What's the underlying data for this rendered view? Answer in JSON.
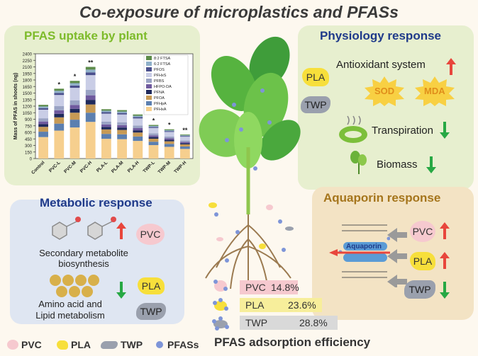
{
  "title": "Co-exposure of microplastics and PFASs",
  "uptake": {
    "title": "PFAS uptake by plant",
    "chart_data": {
      "type": "bar",
      "ylabel": "Mass of PFAS in shoots (ng)",
      "ylim": [
        0,
        2400
      ],
      "yticks": [
        "0",
        "150",
        "300",
        "450",
        "600",
        "750",
        "900",
        "1050",
        "1200",
        "1350",
        "1500",
        "1650",
        "1800",
        "1950",
        "2100",
        "2250",
        "2400"
      ],
      "categories": [
        "Control",
        "PVC-L",
        "PVC-M",
        "PVC-H",
        "PLA-L",
        "PLA-M",
        "PLA-H",
        "TWP-L",
        "TWP-M",
        "TWP-H"
      ],
      "totals": [
        1230,
        1600,
        1780,
        2100,
        1130,
        1110,
        1010,
        770,
        670,
        550
      ],
      "significance": [
        "",
        "*",
        "*",
        "**",
        "",
        "",
        "",
        "*",
        "*",
        "**"
      ],
      "legend": [
        "8:2 FTSA",
        "6:2 FTSA",
        "PFOS",
        "PFHxS",
        "PFBS",
        "HFPO-DA",
        "PFNA",
        "PFOA",
        "PFHpA",
        "PFHxA"
      ],
      "series_colors": [
        "#5d8c4a",
        "#8fb0c9",
        "#4a4f8c",
        "#c9cde6",
        "#9aa3c4",
        "#6f5a9e",
        "#1f2a5c",
        "#c79a55",
        "#5b7fb0",
        "#f6cf8e"
      ],
      "fractions": [
        0.03,
        0.03,
        0.03,
        0.16,
        0.06,
        0.05,
        0.05,
        0.09,
        0.1,
        0.4
      ]
    }
  },
  "physiology": {
    "title": "Physiology response",
    "pla": "PLA",
    "twp": "TWP",
    "antioxidant": "Antioxidant system",
    "sod": "SOD",
    "mda": "MDA",
    "transpiration": "Transpiration",
    "biomass": "Biomass"
  },
  "metabolic": {
    "title": "Metabolic response",
    "secondary": "Secondary metabolite biosynthesis",
    "amino": "Amino acid and Lipid metabolism",
    "pvc": "PVC",
    "pla": "PLA",
    "twp": "TWP"
  },
  "aquaporin": {
    "title": "Aquaporin response",
    "label": "Aquaporin",
    "pvc": "PVC",
    "pla": "PLA",
    "twp": "TWP"
  },
  "adsorption": {
    "title": "PFAS adsorption efficiency",
    "rows": [
      {
        "name": "PVC",
        "value": "14.8%",
        "color": "#f6c9cf"
      },
      {
        "name": "PLA",
        "value": "23.6%",
        "color": "#f7ee9b"
      },
      {
        "name": "TWP",
        "value": "28.8%",
        "color": "#d9d9d9"
      }
    ]
  },
  "legend": {
    "pvc": "PVC",
    "pla": "PLA",
    "twp": "TWP",
    "pfas": "PFASs"
  },
  "colors": {
    "up_arrow": "#e8463c",
    "down_arrow": "#27a844",
    "green_title": "#7dbb2a",
    "blue_title": "#1f3a8a",
    "tan_title": "#a5751c"
  }
}
